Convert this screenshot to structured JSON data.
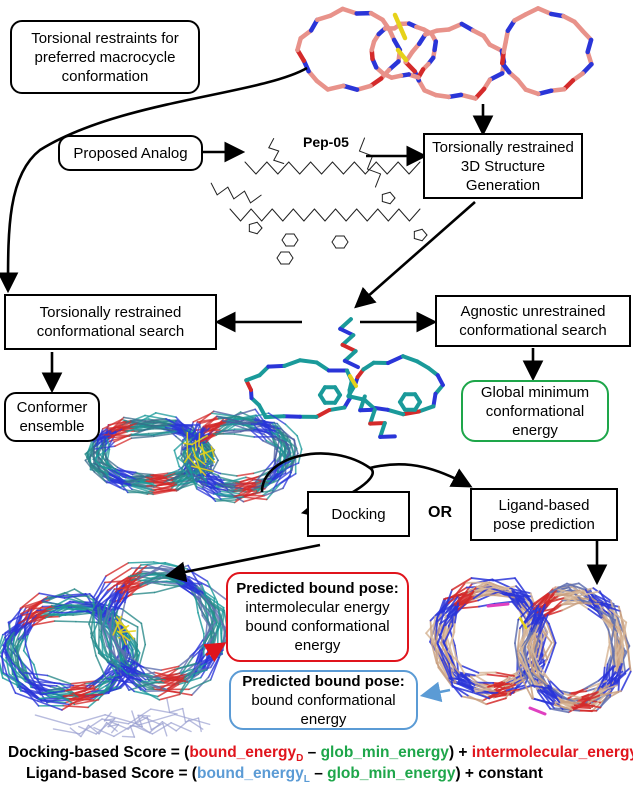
{
  "boxes": {
    "torsional_restraints": "Torsional restraints for\npreferred macrocycle\nconformation",
    "proposed_analog": "Proposed Analog",
    "torsionally_restrained_generation": "Torsionally restrained\n3D Structure\nGeneration",
    "torsionally_restrained_search": "Torsionally restrained\nconformational search",
    "agnostic_search": "Agnostic unrestrained\nconformational search",
    "conformer_ensemble": "Conformer\nensemble",
    "global_minimum": "Global minimum\nconformational\nenergy",
    "docking": "Docking",
    "ligand_based": "Ligand-based\npose prediction",
    "pred_docking_title": "Predicted bound pose:",
    "pred_docking_body": "intermolecular energy\nbound conformational\nenergy",
    "pred_ligand_title": "Predicted bound pose:",
    "pred_ligand_body": "bound conformational\nenergy"
  },
  "labels": {
    "or": "OR",
    "pep": "Pep-05"
  },
  "scores": {
    "docking_prefix": "Docking-based Score = (",
    "docking_bound": "bound_energy",
    "docking_bound_sub": "D",
    "dash1": " – ",
    "docking_glob": "glob_min_energy",
    "docking_mid": ") + ",
    "docking_inter": "intermolecular_energy",
    "ligand_prefix": "Ligand-based Score = (",
    "ligand_bound": "bound_energy",
    "ligand_bound_sub": "L",
    "dash2": " – ",
    "ligand_glob": "glob_min_energy",
    "ligand_suffix": ") + constant"
  },
  "colors": {
    "red": "#e0141c",
    "green": "#1ea64a",
    "blue": "#5b9bd5",
    "teal": "#1a9a9a",
    "salmon": "#e8928a",
    "nitrogen": "#2a35d8",
    "oxygen": "#d42a2a",
    "sulfur": "#e6d21a",
    "tan": "#d8b89a",
    "pink": "#e040c0"
  }
}
